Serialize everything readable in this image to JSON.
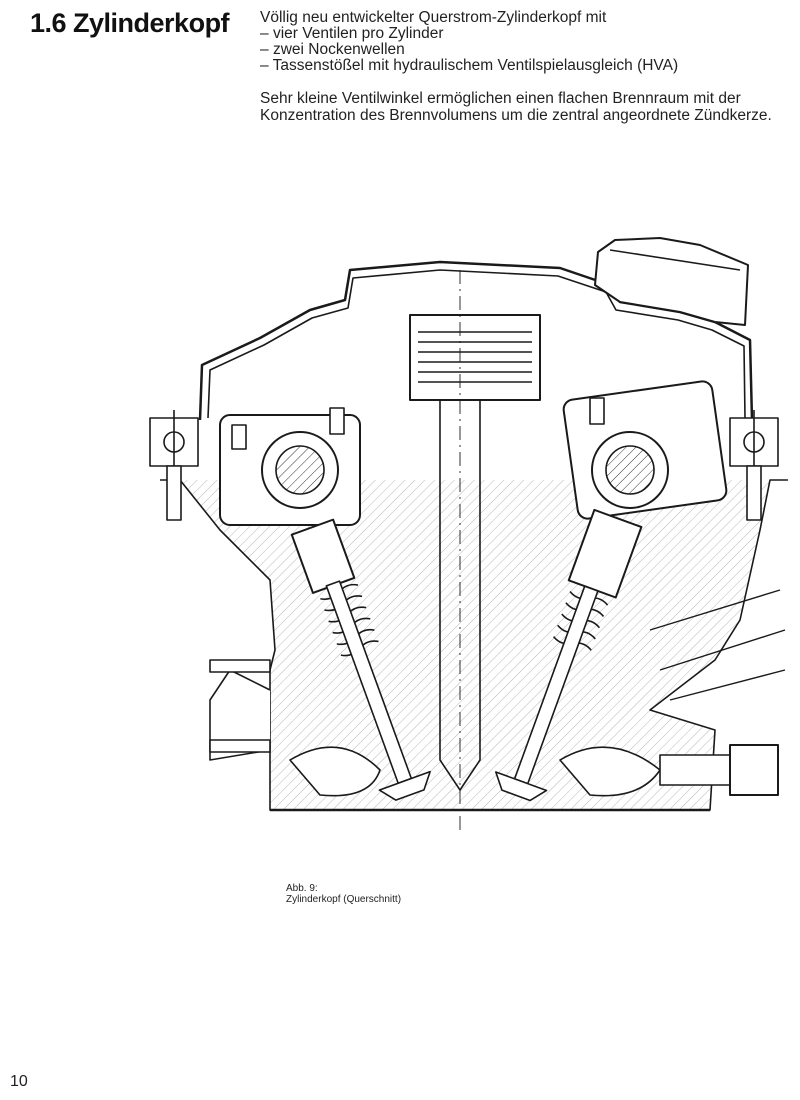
{
  "section": {
    "title": "1.6 Zylinderkopf"
  },
  "intro": {
    "lead": "Völlig neu entwickelter Querstrom-Zylinderkopf mit",
    "features": [
      "vier Ventilen pro Zylinder",
      "zwei Nockenwellen",
      "Tassenstößel mit hydraulischem Ventilspielausgleich (HVA)"
    ],
    "paragraph": "Sehr kleine Ventilwinkel ermöglichen einen flachen Brennraum mit der Konzentration des Brennvolumens um die zentral angeordnete Zündkerze."
  },
  "figure": {
    "caption_number": "Abb. 9:",
    "caption_text": "Zylinderkopf (Querschnitt)"
  },
  "page_number": "10"
}
